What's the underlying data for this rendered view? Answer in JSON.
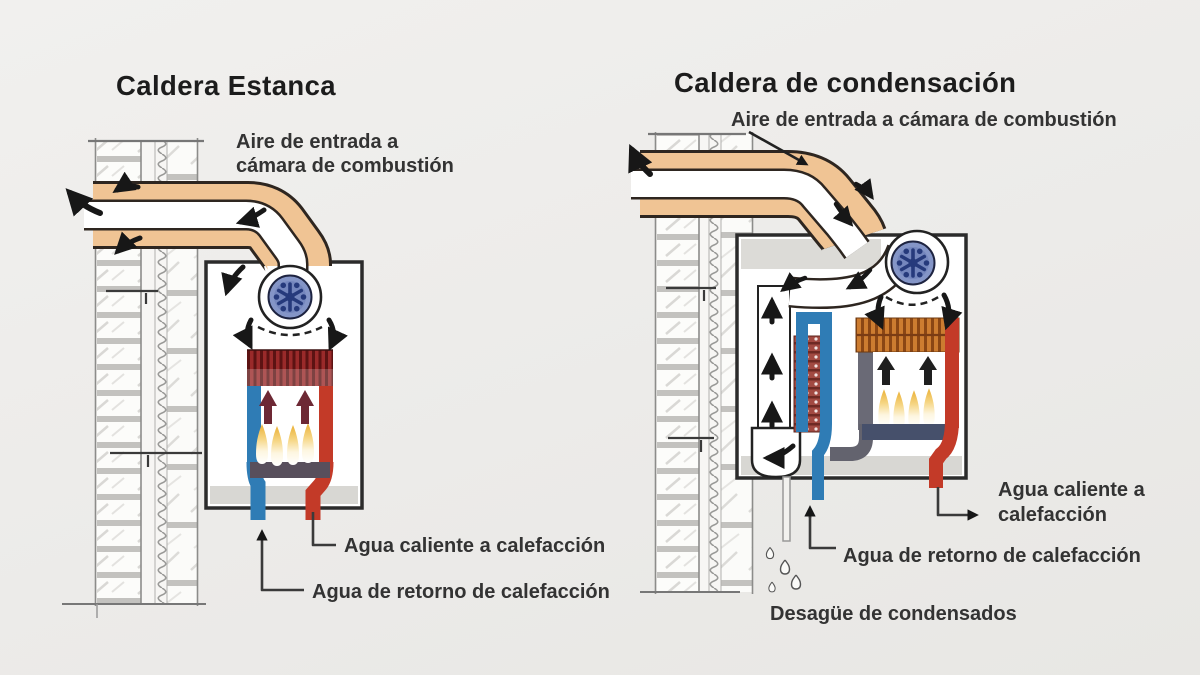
{
  "left": {
    "title": "Caldera Estanca",
    "air_label_line1": "Aire de entrada a",
    "air_label_line2": "cámara de combustión",
    "hot_water_label": "Agua caliente a calefacción",
    "return_water_label": "Agua de retorno de calefacción"
  },
  "right": {
    "title": "Caldera de condensación",
    "air_label": "Aire de entrada a cámara de combustión",
    "hot_water_label_line1": "Agua caliente a",
    "hot_water_label_line2": "calefacción",
    "return_water_label": "Agua de retorno de calefacción",
    "condensate_label": "Desagüe de condensados"
  },
  "icons": {
    "fan": "impeller-asterisk-in-blue-disc",
    "flame": "burner-flame-teardrop",
    "flow_arrow": "black-curved-arrow",
    "droplet": "condensate-droplet"
  },
  "colors": {
    "background": "#edecea",
    "duct_air": "#f0c494",
    "duct_outline": "#2e2620",
    "fan_blue": "#8495c7",
    "fan_impeller": "#263a7c",
    "hot_pipe_red": "#c33a28",
    "return_pipe_blue": "#2f7cb5",
    "exchanger_maroon": "#9a2a2a",
    "exchanger_orange": "#cc7c30",
    "flue_slate": "#63636e",
    "burner_arrow_maroon": "#6d2834",
    "text": "#2d2d2d"
  }
}
